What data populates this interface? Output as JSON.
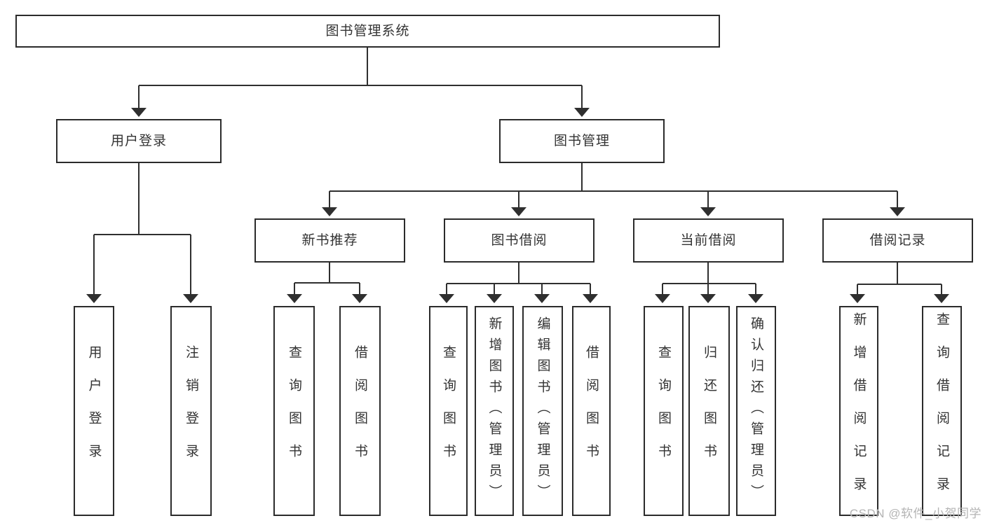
{
  "colors": {
    "line": "#2f2f2f",
    "border": "#2b2b2b",
    "text": "#333333",
    "watermark": "#b4b4b4",
    "background": "#ffffff"
  },
  "watermark": {
    "text": "CSDN @软件_小贺同学"
  },
  "tree": {
    "root": {
      "label": "图书管理系统"
    },
    "children": [
      {
        "label": "用户登录",
        "children": [
          {
            "label": "用户登录"
          },
          {
            "label": "注销登录"
          }
        ]
      },
      {
        "label": "图书管理",
        "children": [
          {
            "label": "新书推荐",
            "children": [
              {
                "label": "查询图书"
              },
              {
                "label": "借阅图书"
              }
            ]
          },
          {
            "label": "图书借阅",
            "children": [
              {
                "label": "查询图书"
              },
              {
                "label": "新增图书（管理员）"
              },
              {
                "label": "编辑图书（管理员）"
              },
              {
                "label": "借阅图书"
              }
            ]
          },
          {
            "label": "当前借阅",
            "children": [
              {
                "label": "查询图书"
              },
              {
                "label": "归还图书"
              },
              {
                "label": "确认归还（管理员）"
              }
            ]
          },
          {
            "label": "借阅记录",
            "children": [
              {
                "label": "新增借阅记录"
              },
              {
                "label": "查询借阅记录"
              }
            ]
          }
        ]
      }
    ]
  }
}
